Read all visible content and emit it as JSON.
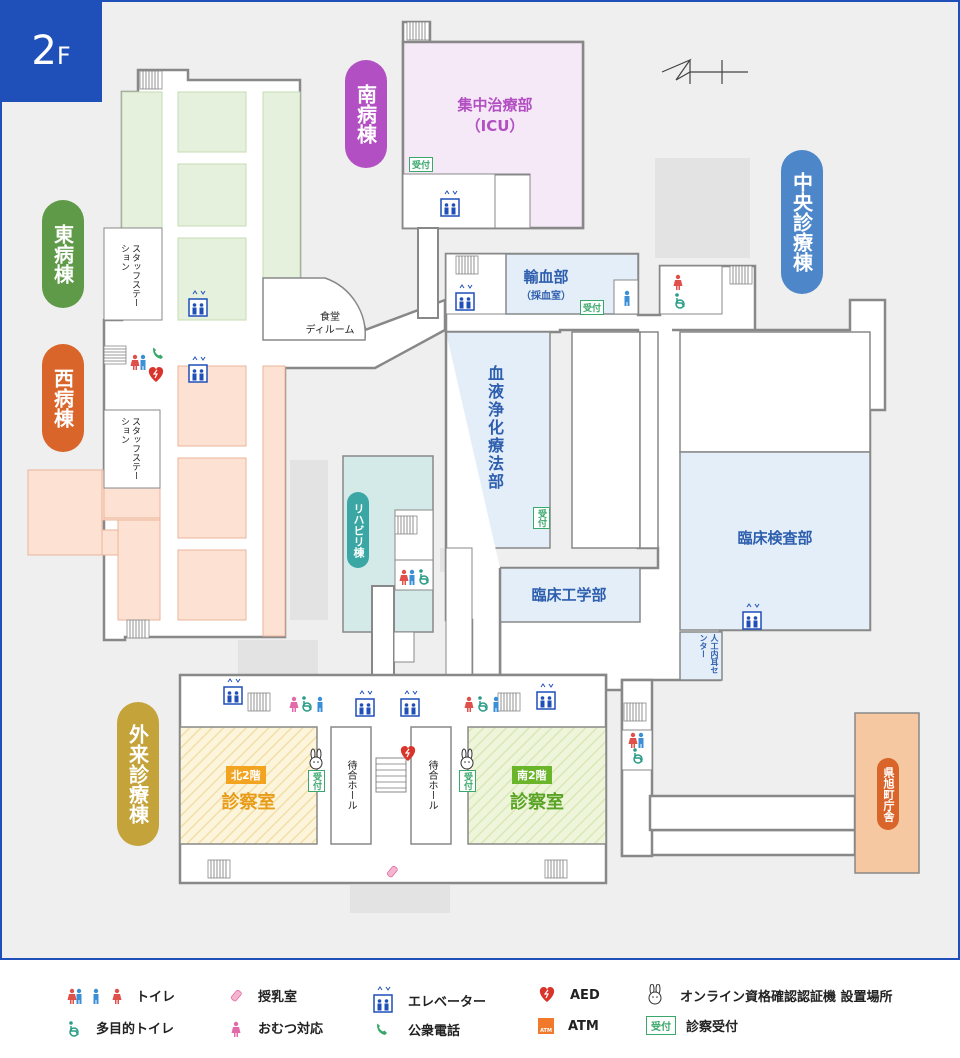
{
  "floor": {
    "number": "2",
    "suffix": "F"
  },
  "wings": {
    "east": "東病棟",
    "west": "西病棟",
    "south": "南病棟",
    "central": "中央診療棟",
    "outpatient": "外来診療棟"
  },
  "rooms": {
    "icu_name": "集中治療部",
    "icu_sub": "（ICU）",
    "transfusion_name": "輸血部",
    "transfusion_sub": "（採血室）",
    "dialysis": "血液浄化療法部",
    "clinical_lab": "臨床検査部",
    "clinical_eng": "臨床工学部",
    "rehab": "リハビリ棟",
    "ear_center": "人工内耳センター",
    "dining_1": "食堂",
    "dining_2": "ディルーム",
    "staff_station": "スタッフステーション",
    "waiting_hall": "待合ホール",
    "north_floor": "北2階",
    "south_floor": "南2階",
    "exam_room": "診察室",
    "prefecture_office": "県旭町庁舎",
    "reception": "受付"
  },
  "legend": {
    "toilet": "トイレ",
    "multipurpose_toilet": "多目的トイレ",
    "nursing": "授乳室",
    "diaper": "おむつ対応",
    "elevator": "エレベーター",
    "phone": "公衆電話",
    "aed": "AED",
    "atm": "ATM",
    "online_machine": "オンライン資格確認認証機 設置場所",
    "exam_reception": "診察受付",
    "reception_badge": "受付",
    "atm_small": "ATM"
  },
  "colors": {
    "floor_badge": "#1f4fb8",
    "east": "#5e9a47",
    "west": "#d9652b",
    "south": "#b24fc2",
    "central": "#4d86c9",
    "outpatient": "#c4a33a",
    "rehab": "#3aa7a4",
    "icu_fill": "#f5e8f7",
    "blue_fill": "#e4eef8",
    "green_fill": "#e6f1dd",
    "salmon_fill": "#fde1d3",
    "office_fill": "#f6c8a2"
  }
}
